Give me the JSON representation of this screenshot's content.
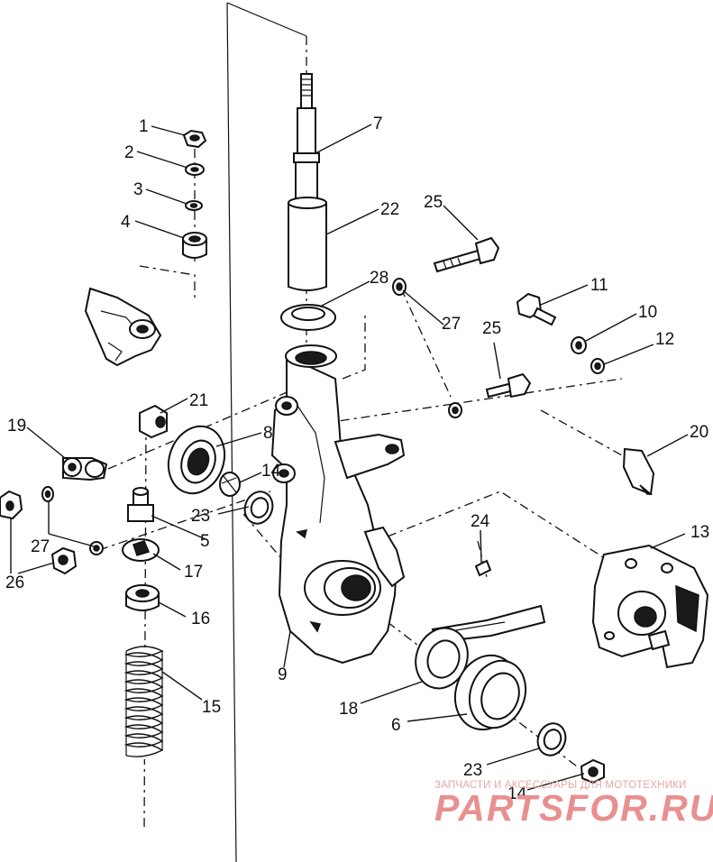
{
  "diagram": {
    "callouts": [
      {
        "id": "c1",
        "text": "1"
      },
      {
        "id": "c2",
        "text": "2"
      },
      {
        "id": "c3",
        "text": "3"
      },
      {
        "id": "c4",
        "text": "4"
      },
      {
        "id": "c7",
        "text": "7"
      },
      {
        "id": "c22",
        "text": "22"
      },
      {
        "id": "c25a",
        "text": "25"
      },
      {
        "id": "c28",
        "text": "28"
      },
      {
        "id": "c27a",
        "text": "27"
      },
      {
        "id": "c11",
        "text": "11"
      },
      {
        "id": "c10",
        "text": "10"
      },
      {
        "id": "c12",
        "text": "12"
      },
      {
        "id": "c25b",
        "text": "25"
      },
      {
        "id": "c21",
        "text": "21"
      },
      {
        "id": "c19",
        "text": "19"
      },
      {
        "id": "c8",
        "text": "8"
      },
      {
        "id": "c20",
        "text": "20"
      },
      {
        "id": "c14a",
        "text": "14"
      },
      {
        "id": "c23a",
        "text": "23"
      },
      {
        "id": "c5",
        "text": "5"
      },
      {
        "id": "c24",
        "text": "24"
      },
      {
        "id": "c13",
        "text": "13"
      },
      {
        "id": "c27b",
        "text": "27"
      },
      {
        "id": "c17",
        "text": "17"
      },
      {
        "id": "c26",
        "text": "26"
      },
      {
        "id": "c16",
        "text": "16"
      },
      {
        "id": "c15",
        "text": "15"
      },
      {
        "id": "c9",
        "text": "9"
      },
      {
        "id": "c18",
        "text": "18"
      },
      {
        "id": "c6",
        "text": "6"
      },
      {
        "id": "c23b",
        "text": "23"
      },
      {
        "id": "c14b",
        "text": "14"
      }
    ]
  },
  "watermark": {
    "line1": "ЗАПЧАСТИ И АКСЕССУАРЫ ДЛЯ МОТОТЕХНИКИ",
    "line2": "PARTSFOR.RU"
  }
}
